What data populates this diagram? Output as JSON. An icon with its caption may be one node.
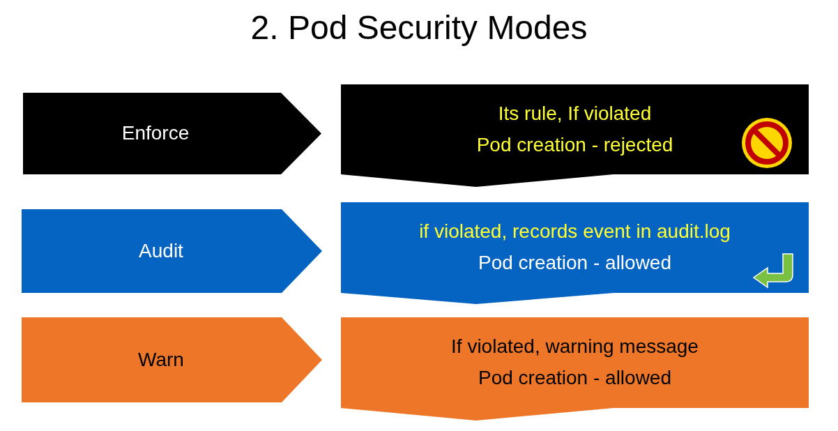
{
  "diagram": {
    "title": "2. Pod Security Modes",
    "nodes": [
      {
        "text": [
          "Enforce"
        ]
      },
      {
        "text": [
          "Its rule, If violated",
          "Pod creation - rejected"
        ]
      },
      {
        "text": [
          "Audit"
        ]
      },
      {
        "text": [
          "if violated, records event in audit.log",
          "Pod creation - allowed"
        ]
      },
      {
        "text": [
          "Warn"
        ]
      },
      {
        "text": [
          "If violated, warning message",
          "Pod creation - allowed"
        ]
      }
    ]
  }
}
